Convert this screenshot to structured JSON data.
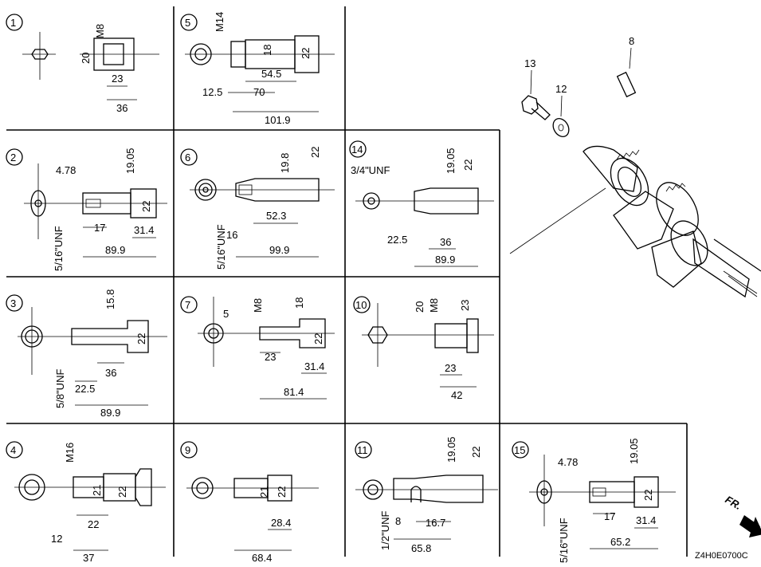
{
  "diagram_code": "Z4H0E0700C",
  "direction_label": "FR.",
  "callouts": {
    "bolt": "13",
    "washer": "12",
    "key": "8"
  },
  "cells": [
    {
      "id": "1",
      "labels": [
        "M8",
        "20",
        "23",
        "36"
      ]
    },
    {
      "id": "5",
      "labels": [
        "M14",
        "18",
        "22",
        "54.5",
        "12.5",
        "70",
        "101.9"
      ]
    },
    {
      "id": "2",
      "labels": [
        "4.78",
        "19.05",
        "22",
        "17",
        "31.4",
        "89.9",
        "5/16\"UNF"
      ]
    },
    {
      "id": "6",
      "labels": [
        "19.8",
        "22",
        "52.3",
        "16",
        "99.9",
        "5/16\"UNF"
      ]
    },
    {
      "id": "14",
      "labels": [
        "3/4\"UNF",
        "19.05",
        "22",
        "22.5",
        "36",
        "89.9"
      ]
    },
    {
      "id": "3",
      "labels": [
        "15.8",
        "22",
        "36",
        "22.5",
        "89.9",
        "5/8\"UNF"
      ]
    },
    {
      "id": "7",
      "labels": [
        "5",
        "M8",
        "18",
        "22",
        "23",
        "31.4",
        "81.4"
      ]
    },
    {
      "id": "10",
      "labels": [
        "20",
        "M8",
        "23",
        "23",
        "42"
      ]
    },
    {
      "id": "4",
      "labels": [
        "M16",
        "21",
        "22",
        "22",
        "12",
        "37"
      ]
    },
    {
      "id": "9",
      "labels": [
        "21",
        "22",
        "28.4",
        "68.4"
      ]
    },
    {
      "id": "11",
      "labels": [
        "19.05",
        "22",
        "8",
        "16.7",
        "65.8",
        "1/2\"UNF"
      ]
    },
    {
      "id": "15",
      "labels": [
        "4.78",
        "19.05",
        "22",
        "17",
        "31.4",
        "65.2",
        "5/16\"UNF"
      ]
    }
  ]
}
